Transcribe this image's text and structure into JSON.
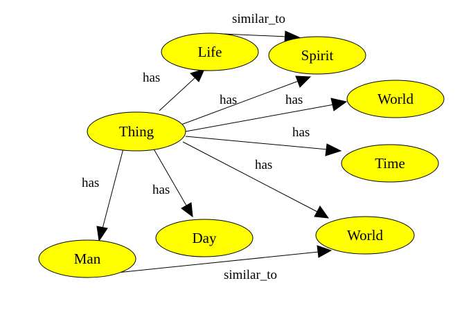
{
  "colors": {
    "node_fill": "#ffff00",
    "stroke": "#000000",
    "background": "#ffffff"
  },
  "nodes": [
    {
      "id": "thing",
      "label": "Thing"
    },
    {
      "id": "life",
      "label": "Life"
    },
    {
      "id": "spirit",
      "label": "Spirit"
    },
    {
      "id": "world-top",
      "label": "World"
    },
    {
      "id": "time",
      "label": "Time"
    },
    {
      "id": "day",
      "label": "Day"
    },
    {
      "id": "world-bottom",
      "label": "World"
    },
    {
      "id": "man",
      "label": "Man"
    }
  ],
  "edges": [
    {
      "id": "thing-life",
      "from": "thing",
      "to": "life",
      "label": "has"
    },
    {
      "id": "thing-spirit",
      "from": "thing",
      "to": "spirit",
      "label": "has"
    },
    {
      "id": "thing-world-top",
      "from": "thing",
      "to": "world-top",
      "label": "has"
    },
    {
      "id": "thing-time",
      "from": "thing",
      "to": "time",
      "label": "has"
    },
    {
      "id": "thing-world-bottom",
      "from": "thing",
      "to": "world-bottom",
      "label": "has"
    },
    {
      "id": "thing-day",
      "from": "thing",
      "to": "day",
      "label": "has"
    },
    {
      "id": "thing-man",
      "from": "thing",
      "to": "man",
      "label": "has"
    },
    {
      "id": "life-spirit",
      "from": "life",
      "to": "spirit",
      "label": "similar_to"
    },
    {
      "id": "man-world-bottom",
      "from": "man",
      "to": "world-bottom",
      "label": "similar_to"
    }
  ]
}
